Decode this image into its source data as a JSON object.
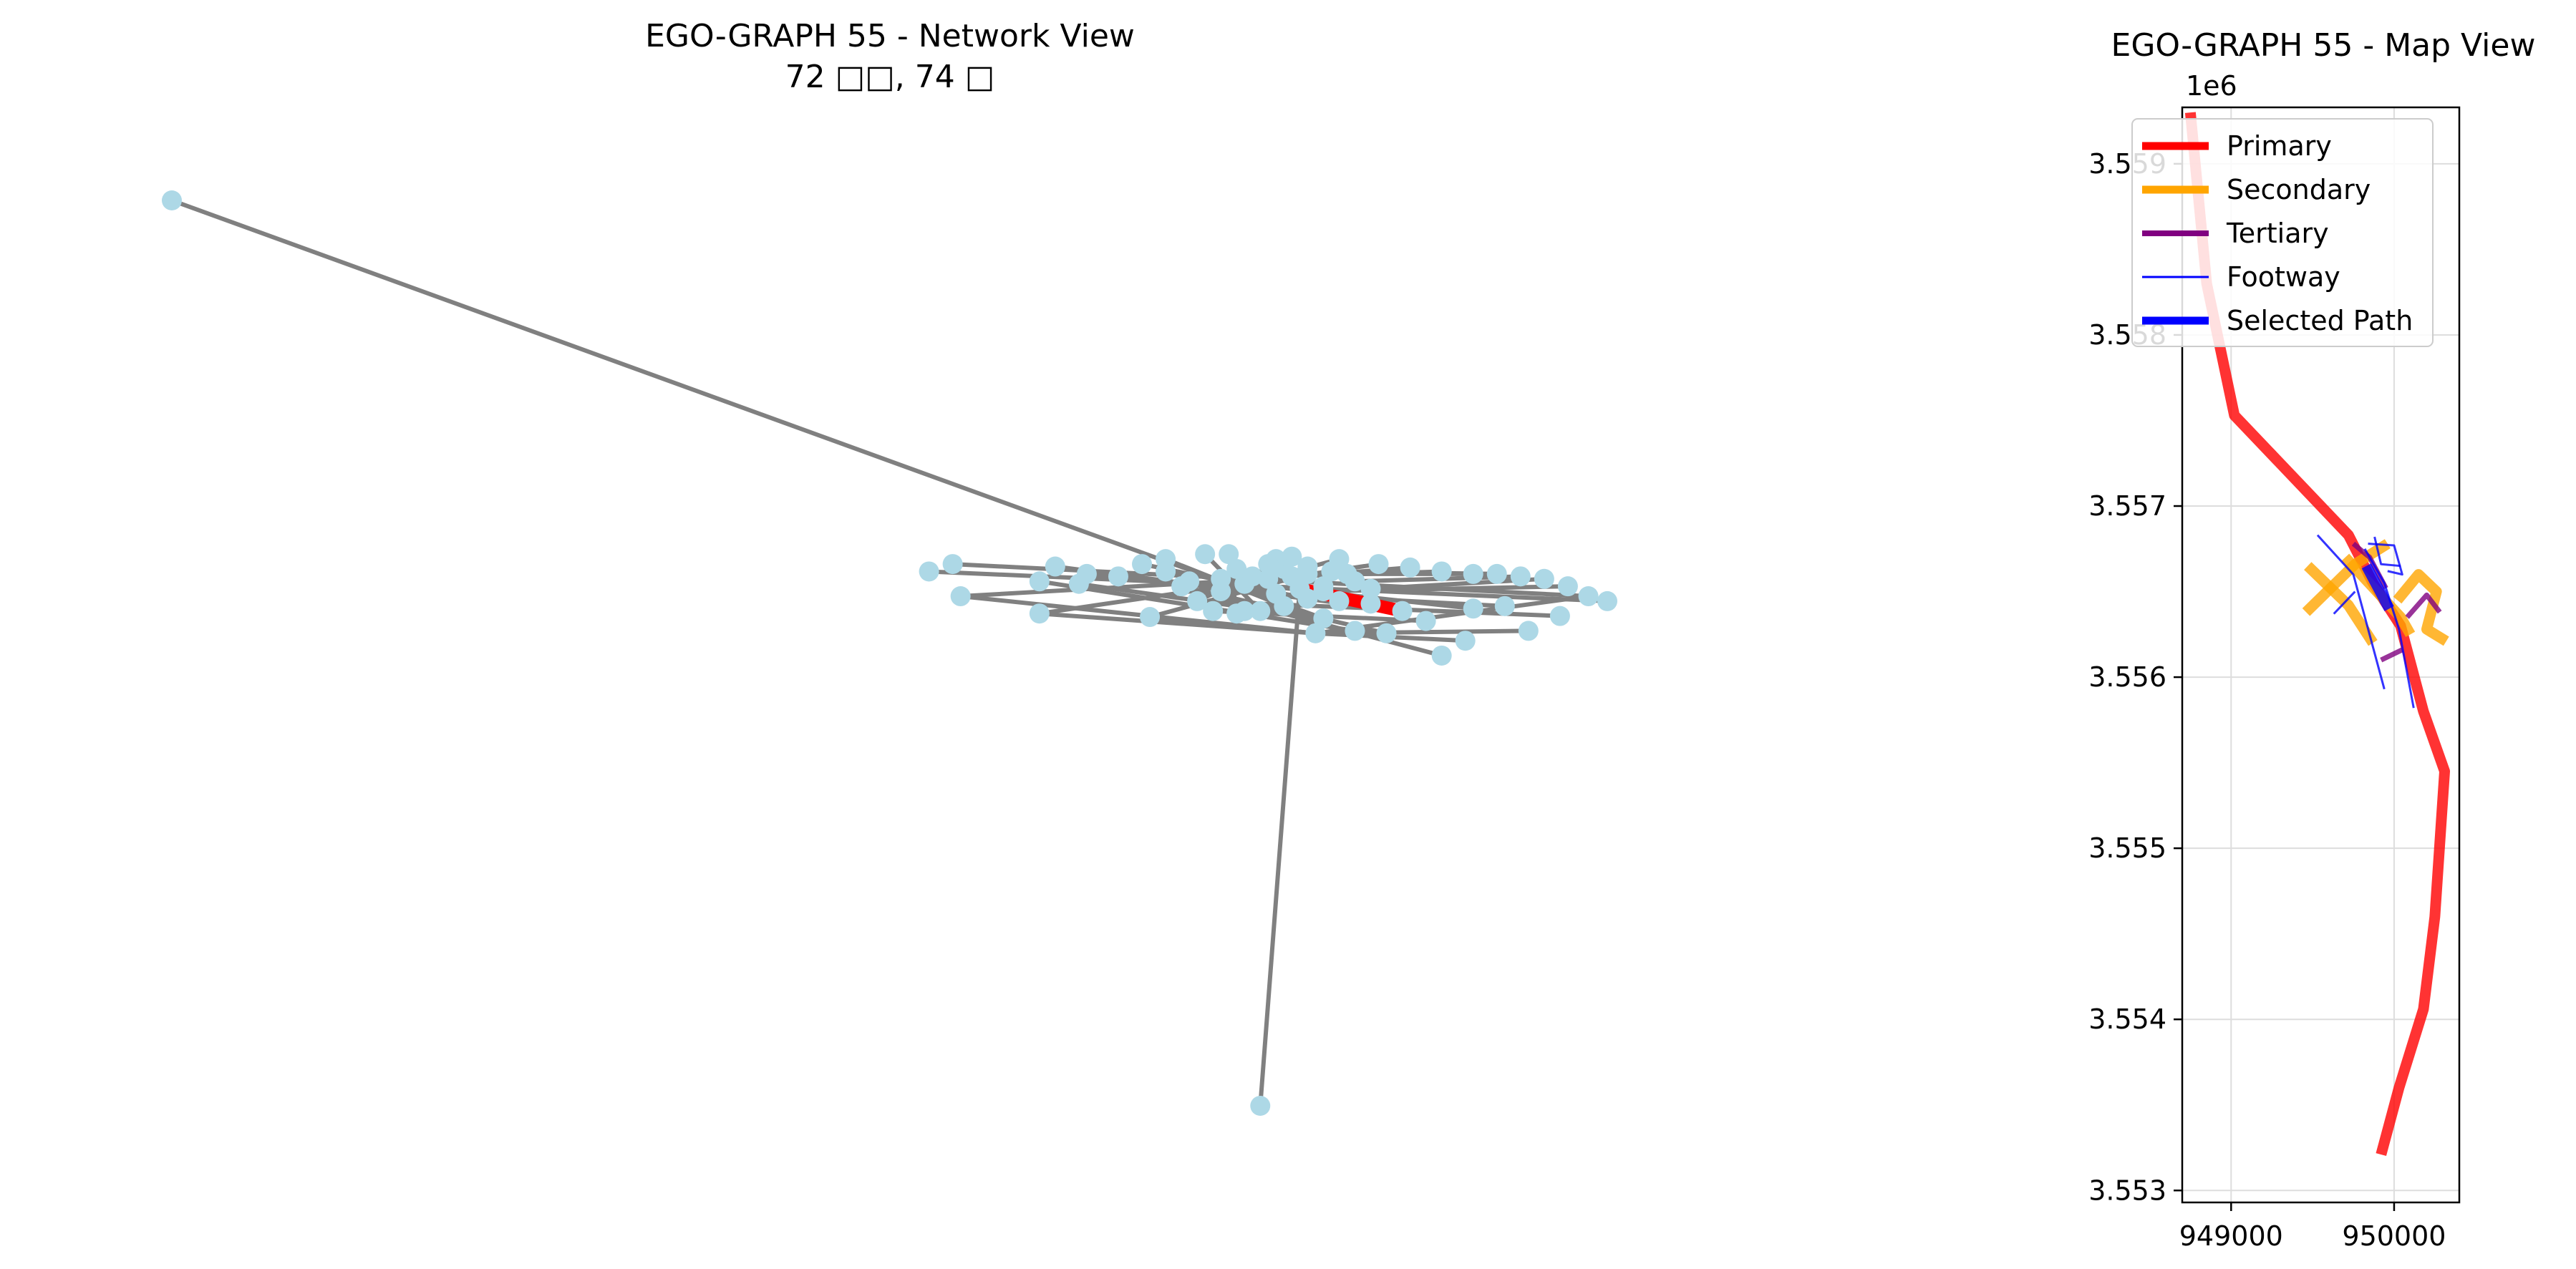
{
  "chart_data": [
    {
      "type": "network",
      "title": "EGO-GRAPH 55 - Network View",
      "subtitle": "72 □□, 74 □",
      "edge_color": "#808080",
      "node_color": "#add8e6",
      "highlight_color": "#ff0000",
      "nodes": [
        [
          0.0,
          100.0
        ],
        [
          50.0,
          20.0
        ],
        [
          55.0,
          16.5
        ],
        [
          62.0,
          15.8
        ],
        [
          73.0,
          15.5
        ],
        [
          72.5,
          12.5
        ],
        [
          68.0,
          17.0
        ],
        [
          64.0,
          22.0
        ],
        [
          55.0,
          23.0
        ],
        [
          49.5,
          26.5
        ],
        [
          48.0,
          25.0
        ],
        [
          56.0,
          26.0
        ],
        [
          58.0,
          24.5
        ],
        [
          57.5,
          22.5
        ],
        [
          60.0,
          24.0
        ],
        [
          61.5,
          26.5
        ],
        [
          63.0,
          27.5
        ],
        [
          65.5,
          28.5
        ],
        [
          67.0,
          28.5
        ],
        [
          71.0,
          28.0
        ],
        [
          74.0,
          27.5
        ],
        [
          76.5,
          26.5
        ],
        [
          78.5,
          25.8
        ],
        [
          80.5,
          25.0
        ],
        [
          82.5,
          24.5
        ],
        [
          84.0,
          24.5
        ],
        [
          85.5,
          24.0
        ],
        [
          87.0,
          23.5
        ],
        [
          88.5,
          22.0
        ],
        [
          89.8,
          20.0
        ],
        [
          91.0,
          19.0
        ],
        [
          86.0,
          13.0
        ],
        [
          82.0,
          11.0
        ],
        [
          80.5,
          8.0
        ],
        [
          77.0,
          12.5
        ],
        [
          75.0,
          13.0
        ],
        [
          78.0,
          17.0
        ],
        [
          76.0,
          18.5
        ],
        [
          74.0,
          19.0
        ],
        [
          72.0,
          19.5
        ],
        [
          70.5,
          18.0
        ],
        [
          69.0,
          17.0
        ],
        [
          67.5,
          16.5
        ],
        [
          66.0,
          17.0
        ],
        [
          65.0,
          19.0
        ],
        [
          66.5,
          21.0
        ],
        [
          68.0,
          22.5
        ],
        [
          69.5,
          23.5
        ],
        [
          71.0,
          24.0
        ],
        [
          72.0,
          24.5
        ],
        [
          73.5,
          25.0
        ],
        [
          75.0,
          23.0
        ],
        [
          76.0,
          21.5
        ],
        [
          73.0,
          21.0
        ],
        [
          71.5,
          21.5
        ],
        [
          70.0,
          20.5
        ],
        [
          79.5,
          15.0
        ],
        [
          88.0,
          16.0
        ],
        [
          84.5,
          18.0
        ],
        [
          82.5,
          17.5
        ],
        [
          69.0,
          -83.0
        ],
        [
          64.5,
          23.0
        ],
        [
          63.0,
          25.0
        ],
        [
          66.5,
          23.5
        ],
        [
          68.5,
          24.0
        ],
        [
          70.5,
          25.5
        ],
        [
          70.0,
          27.5
        ],
        [
          72.0,
          26.0
        ],
        [
          73.0,
          22.0
        ],
        [
          74.5,
          24.5
        ],
        [
          67.5,
          25.5
        ],
        [
          69.5,
          26.5
        ]
      ],
      "edges": [
        [
          0,
          4
        ],
        [
          1,
          5
        ],
        [
          5,
          31
        ],
        [
          2,
          5
        ],
        [
          5,
          32
        ],
        [
          3,
          5
        ],
        [
          5,
          29
        ],
        [
          7,
          33
        ],
        [
          7,
          34
        ],
        [
          8,
          35
        ],
        [
          9,
          29
        ],
        [
          10,
          30
        ],
        [
          11,
          36
        ],
        [
          12,
          37
        ],
        [
          13,
          4
        ],
        [
          14,
          38
        ],
        [
          15,
          39
        ],
        [
          16,
          40
        ],
        [
          17,
          41
        ],
        [
          18,
          42
        ],
        [
          19,
          44
        ],
        [
          20,
          45
        ],
        [
          21,
          46
        ],
        [
          22,
          47
        ],
        [
          23,
          48
        ],
        [
          24,
          49
        ],
        [
          25,
          50
        ],
        [
          26,
          51
        ],
        [
          27,
          52
        ],
        [
          28,
          53
        ],
        [
          60,
          54
        ],
        [
          43,
          56
        ],
        [
          44,
          57
        ],
        [
          45,
          58
        ],
        [
          46,
          59
        ],
        [
          47,
          1
        ],
        [
          48,
          2
        ],
        [
          49,
          3
        ]
      ],
      "highlight_edges": [
        [
          54,
          36
        ]
      ]
    },
    {
      "type": "line",
      "title": "EGO-GRAPH 55 - Map View",
      "offset_label": "1e6",
      "xlim": [
        948700,
        950400
      ],
      "ylim": [
        3552930,
        3559330
      ],
      "xticks": [
        {
          "value": 949000,
          "label": "949000"
        },
        {
          "value": 950000,
          "label": "950000"
        }
      ],
      "yticks": [
        {
          "value": 3553000,
          "label": "3.553"
        },
        {
          "value": 3554000,
          "label": "3.554"
        },
        {
          "value": 3555000,
          "label": "3.555"
        },
        {
          "value": 3556000,
          "label": "3.556"
        },
        {
          "value": 3557000,
          "label": "3.557"
        },
        {
          "value": 3558000,
          "label": "3.558"
        },
        {
          "value": 3559000,
          "label": "3.559"
        }
      ],
      "grid": true,
      "legend": {
        "position": "upper-left",
        "items": [
          {
            "label": "Primary",
            "color": "#ff0000",
            "weight": "thick"
          },
          {
            "label": "Secondary",
            "color": "#ffa500",
            "weight": "thick"
          },
          {
            "label": "Tertiary",
            "color": "#800080",
            "weight": "medium"
          },
          {
            "label": "Footway",
            "color": "#0000ff",
            "weight": "thin"
          },
          {
            "label": "Selected Path",
            "color": "#0000ff",
            "weight": "thick"
          }
        ]
      },
      "series": [
        {
          "name": "Primary",
          "color": "#ff0000",
          "weight": "thick",
          "lines": [
            [
              [
                948750,
                3559300
              ],
              [
                948850,
                3558300
              ],
              [
                949020,
                3557530
              ],
              [
                949720,
                3556830
              ],
              [
                949870,
                3556550
              ],
              [
                950040,
                3556300
              ],
              [
                950180,
                3555800
              ],
              [
                950310,
                3555450
              ],
              [
                950250,
                3554600
              ],
              [
                950180,
                3554060
              ],
              [
                950030,
                3553600
              ],
              [
                949920,
                3553210
              ]
            ]
          ]
        },
        {
          "name": "Secondary",
          "color": "#ffa500",
          "weight": "thick",
          "lines": [
            [
              [
                949460,
                3556380
              ],
              [
                949760,
                3556660
              ],
              [
                949960,
                3556780
              ]
            ],
            [
              [
                949470,
                3556650
              ],
              [
                949720,
                3556420
              ],
              [
                949870,
                3556200
              ]
            ],
            [
              [
                949700,
                3556700
              ],
              [
                950040,
                3556350
              ],
              [
                950100,
                3556250
              ]
            ],
            [
              [
                950020,
                3556450
              ],
              [
                950150,
                3556600
              ],
              [
                950260,
                3556500
              ],
              [
                950200,
                3556280
              ],
              [
                950320,
                3556210
              ]
            ]
          ]
        },
        {
          "name": "Tertiary",
          "color": "#800080",
          "weight": "medium",
          "lines": [
            [
              [
                949750,
                3556780
              ],
              [
                949850,
                3556700
              ],
              [
                949950,
                3556520
              ]
            ],
            [
              [
                950080,
                3556350
              ],
              [
                950200,
                3556480
              ],
              [
                950280,
                3556380
              ]
            ],
            [
              [
                949920,
                3556100
              ],
              [
                950050,
                3556160
              ]
            ]
          ]
        },
        {
          "name": "Footway",
          "color": "#0000ff",
          "weight": "thin",
          "lines": [
            [
              [
                949530,
                3556830
              ],
              [
                949750,
                3556600
              ],
              [
                949940,
                3555930
              ]
            ],
            [
              [
                949630,
                3556370
              ],
              [
                949760,
                3556500
              ]
            ],
            [
              [
                949820,
                3556750
              ],
              [
                949940,
                3556550
              ],
              [
                950030,
                3556280
              ],
              [
                950120,
                3555820
              ]
            ],
            [
              [
                949840,
                3556780
              ],
              [
                950000,
                3556770
              ],
              [
                950050,
                3556600
              ],
              [
                949960,
                3556620
              ]
            ],
            [
              [
                949880,
                3556820
              ],
              [
                949920,
                3556660
              ],
              [
                950040,
                3556650
              ]
            ]
          ]
        },
        {
          "name": "Selected Path",
          "color": "#0000ff",
          "weight": "thick",
          "lines": [
            [
              [
                949830,
                3556650
              ],
              [
                949970,
                3556400
              ]
            ]
          ]
        }
      ]
    }
  ]
}
